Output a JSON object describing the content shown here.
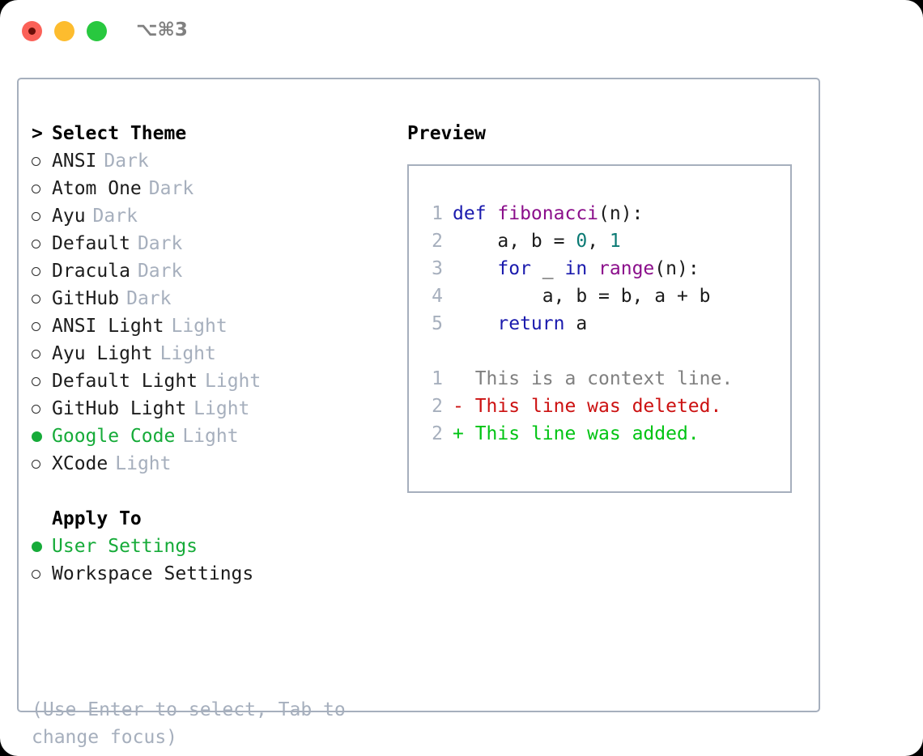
{
  "window": {
    "shortcut": "⌥⌘3",
    "traffic_lights": {
      "close": "#fb6158",
      "minimize": "#fdbc2e",
      "maximize": "#28c83f"
    }
  },
  "colors": {
    "accent_selected": "#16ab39",
    "muted": "#a6afbd",
    "border": "#a6afbd",
    "keyword": "#1a1aad",
    "function": "#8b0f8b",
    "number": "#0b7a74",
    "diff_context": "#808080",
    "diff_deleted": "#cc1111",
    "diff_added": "#00c413"
  },
  "theme_panel": {
    "heading_prefix": ">",
    "heading": "Select Theme",
    "items": [
      {
        "marker": "circle-empty",
        "name": "ANSI",
        "variant": "Dark",
        "selected": false
      },
      {
        "marker": "circle-empty",
        "name": "Atom One",
        "variant": "Dark",
        "selected": false
      },
      {
        "marker": "circle-empty",
        "name": "Ayu",
        "variant": "Dark",
        "selected": false
      },
      {
        "marker": "circle-empty",
        "name": "Default",
        "variant": "Dark",
        "selected": false
      },
      {
        "marker": "circle-empty",
        "name": "Dracula",
        "variant": "Dark",
        "selected": false
      },
      {
        "marker": "circle-empty",
        "name": "GitHub",
        "variant": "Dark",
        "selected": false
      },
      {
        "marker": "circle-empty",
        "name": "ANSI Light",
        "variant": "Light",
        "selected": false
      },
      {
        "marker": "circle-empty",
        "name": "Ayu Light",
        "variant": "Light",
        "selected": false
      },
      {
        "marker": "circle-empty",
        "name": "Default Light",
        "variant": "Light",
        "selected": false
      },
      {
        "marker": "circle-empty",
        "name": "GitHub Light",
        "variant": "Light",
        "selected": false
      },
      {
        "marker": "circle-filled",
        "name": "Google Code",
        "variant": "Light",
        "selected": true
      },
      {
        "marker": "circle-empty",
        "name": "XCode",
        "variant": "Light",
        "selected": false
      }
    ]
  },
  "apply_to": {
    "heading": "Apply To",
    "items": [
      {
        "marker": "circle-filled",
        "name": "User Settings",
        "selected": true
      },
      {
        "marker": "circle-empty",
        "name": "Workspace Settings",
        "selected": false
      }
    ]
  },
  "hint": "(Use Enter to select, Tab to change focus)",
  "preview": {
    "title": "Preview",
    "code_lines": [
      {
        "no": "1",
        "tokens": [
          {
            "t": "def ",
            "c": "kw"
          },
          {
            "t": "fibonacci",
            "c": "fn"
          },
          {
            "t": "(n):",
            "c": "plain"
          }
        ]
      },
      {
        "no": "2",
        "tokens": [
          {
            "t": "    a, b = ",
            "c": "plain"
          },
          {
            "t": "0",
            "c": "num"
          },
          {
            "t": ", ",
            "c": "plain"
          },
          {
            "t": "1",
            "c": "num"
          }
        ]
      },
      {
        "no": "3",
        "tokens": [
          {
            "t": "    ",
            "c": "plain"
          },
          {
            "t": "for",
            "c": "kw"
          },
          {
            "t": " _ ",
            "c": "plain"
          },
          {
            "t": "in",
            "c": "kw"
          },
          {
            "t": " ",
            "c": "plain"
          },
          {
            "t": "range",
            "c": "fn"
          },
          {
            "t": "(n):",
            "c": "plain"
          }
        ]
      },
      {
        "no": "4",
        "tokens": [
          {
            "t": "        a, b = b, a + b",
            "c": "plain"
          }
        ]
      },
      {
        "no": "5",
        "tokens": [
          {
            "t": "    ",
            "c": "plain"
          },
          {
            "t": "return",
            "c": "kw"
          },
          {
            "t": " a",
            "c": "plain"
          }
        ]
      }
    ],
    "diff_lines": [
      {
        "no": "1",
        "sign": " ",
        "text": " This is a context line.",
        "cls": "ctx"
      },
      {
        "no": "2",
        "sign": "-",
        "text": " This line was deleted.",
        "cls": "del"
      },
      {
        "no": "2",
        "sign": "+",
        "text": " This line was added.",
        "cls": "add"
      }
    ]
  }
}
